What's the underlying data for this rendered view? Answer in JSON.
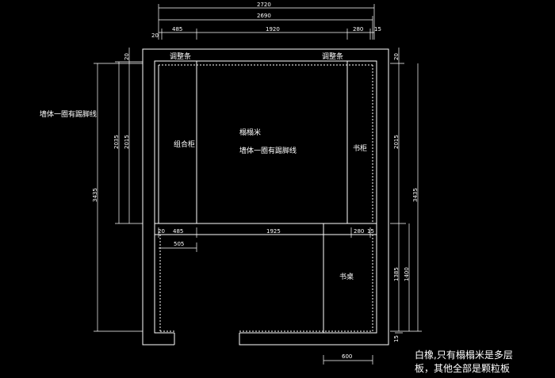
{
  "dimensions": {
    "top_overall": "2720",
    "top_inner": "2690",
    "top_seg": [
      "20",
      "485",
      "1920",
      "280",
      "15"
    ],
    "mid_seg": [
      "20",
      "485",
      "1925",
      "280",
      "15"
    ],
    "mid_sub": "505",
    "bottom": "600",
    "left_total": "3435",
    "left_a": "2035",
    "left_b": "2015",
    "left_top": "20",
    "right_total": "3435",
    "right_a": "2015",
    "right_top": "20",
    "right_c": "1385",
    "right_d": "1400",
    "right_bottom": "15"
  },
  "labels": {
    "adjust_left": "调整条",
    "adjust_right": "调整条",
    "wall_note_outer": "墙体一圈有踢脚线",
    "tatami": "榻榻米",
    "wall_note_inner": "墙体一圈有踢脚线",
    "combo_cabinet": "组合柜",
    "bookshelf": "书柜",
    "desk": "书桌"
  },
  "note": {
    "line1": "白橡,只有榻榻米是多层",
    "line2": "板，其他全部是颗粒板"
  }
}
